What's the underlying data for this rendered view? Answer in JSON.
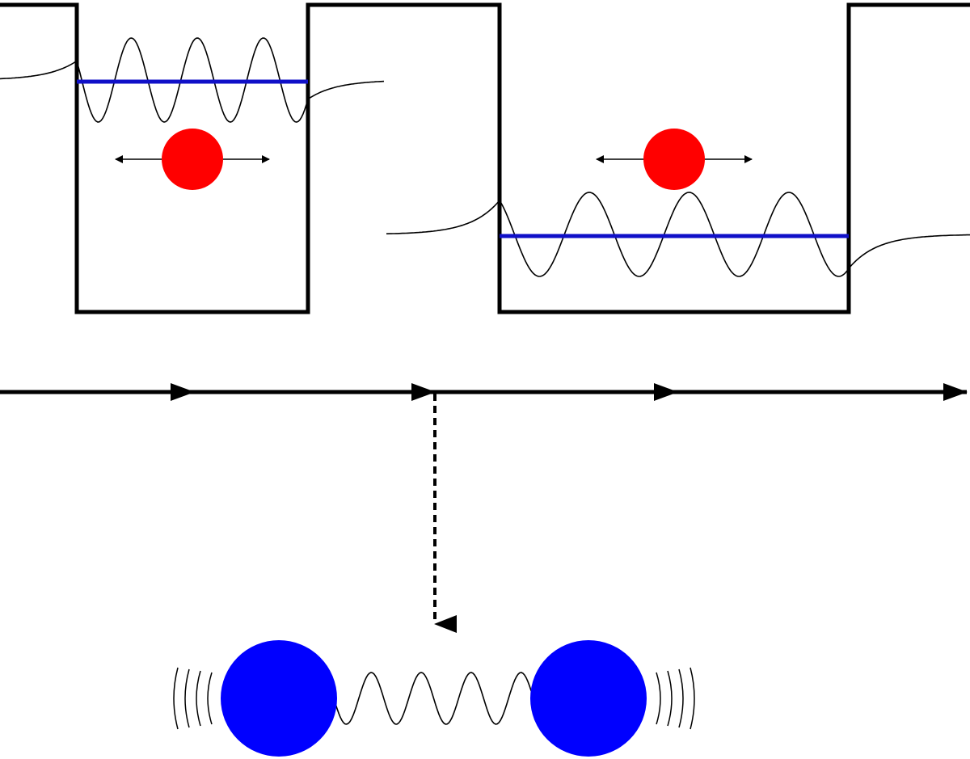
{
  "diagram": {
    "labels": [],
    "colors": {
      "well_outline": "#000000",
      "energy_level": "#1010c8",
      "wavefunction": "#000000",
      "particle": "#ff0000",
      "phonon_atom": "#0000ff",
      "axis": "#000000",
      "background": "#ffffff"
    },
    "components": {
      "wells": [
        "left-potential-well",
        "right-potential-well"
      ],
      "particles": [
        "left-red-particle",
        "right-red-particle"
      ],
      "axis": "time-axis-arrow",
      "coupling_arrow": "dashed-down-arrow",
      "oscillator": "two-atom-spring-oscillator"
    }
  }
}
